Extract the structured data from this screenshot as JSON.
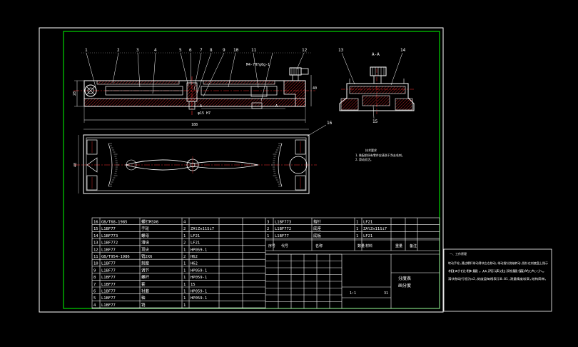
{
  "colors": {
    "background": "#000000",
    "frame": "#ffffff",
    "border": "#00ff00",
    "part": "#ffffff",
    "hatch": "#ff3030",
    "center": "#ff3030",
    "dim": "#ffffff",
    "table": "#ffffff",
    "accent": "#00ffff"
  },
  "callouts": [
    "1",
    "2",
    "3",
    "4",
    "5",
    "6",
    "7",
    "8",
    "9",
    "10",
    "11",
    "12"
  ],
  "callout_section": [
    "13",
    "14",
    "15",
    "16"
  ],
  "section_label": "A-A",
  "thread_note": "M4-7H7g6g-1",
  "dims": {
    "height_left": "28",
    "height_right": "40",
    "width_bottom": "188",
    "plan_height": "48",
    "tol": "φ15 H7",
    "mark_A_left": "A",
    "mark_A_right": "A"
  },
  "tech_req_title": "技术要求",
  "tech_req_lines": [
    "1.装配前所有零件应清洗干净去毛刺。",
    "2.滑动灵活。"
  ],
  "bom_left": [
    {
      "no": "16",
      "code": "GB/T68-1985",
      "name": "螺钉M3X6",
      "qty": "4",
      "mat": ""
    },
    {
      "no": "15",
      "code": "L1BF77",
      "name": "手轮",
      "qty": "2",
      "mat": "ZAlZn11Si7"
    },
    {
      "no": "14",
      "code": "L1BF773",
      "name": "螺母",
      "qty": "1",
      "mat": "LF21"
    },
    {
      "no": "13",
      "code": "L1BF772",
      "name": "滑块",
      "qty": "2",
      "mat": "LF21"
    },
    {
      "no": "12",
      "code": "L1BF77",
      "name": "顶尖",
      "qty": "1",
      "mat": "HP059-1"
    },
    {
      "no": "11",
      "code": "GB/T954-1986",
      "name": "销2X6",
      "qty": "2",
      "mat": "H62"
    },
    {
      "no": "10",
      "code": "L1BF77",
      "name": "刻度",
      "qty": "1",
      "mat": "H62"
    },
    {
      "no": "9",
      "code": "L1BF77",
      "name": "调节",
      "qty": "1",
      "mat": "HP059-1"
    },
    {
      "no": "8",
      "code": "L1BF77",
      "name": "螺杆",
      "qty": "1",
      "mat": "HP059-1"
    },
    {
      "no": "7",
      "code": "L1BF77",
      "name": "套",
      "qty": "1",
      "mat": "15"
    },
    {
      "no": "6",
      "code": "L1BF77",
      "name": "衬套",
      "qty": "1",
      "mat": "HP059-1"
    },
    {
      "no": "5",
      "code": "L1BF77",
      "name": "轴",
      "qty": "1",
      "mat": "HP059-1"
    },
    {
      "no": "4",
      "code": "L1BF77",
      "name": "销",
      "qty": "1",
      "mat": ""
    }
  ],
  "bom_right": [
    {
      "no": "3",
      "code": "L1BF773",
      "name": "指针",
      "qty": "1",
      "mat": "LF21"
    },
    {
      "no": "2",
      "code": "L1BF772",
      "name": "底座",
      "qty": "1",
      "mat": "ZAlZn11Si7"
    },
    {
      "no": "1",
      "code": "L1BF77",
      "name": "底板",
      "qty": "1",
      "mat": "LF21"
    }
  ],
  "bom_header": [
    "序号",
    "代号",
    "名称",
    "数量",
    "材料",
    "重量",
    "备注"
  ],
  "title_block": {
    "drawing_name": "分度表",
    "drawing_code": "画分度",
    "scale": "1:1",
    "sheet": "31"
  },
  "side_note_title": "一、工作原理",
  "side_note_lines": [
    "转动手轮,通过螺杆带动滑块左右移动,带动指针绕轴转动,指针在刻度盘上指示",
    "相对位移量,从而读出测量值的大小。",
    "滑块移动行程为±2,刻度盘每格表示0.01,测量精度较高,结构简单。"
  ]
}
